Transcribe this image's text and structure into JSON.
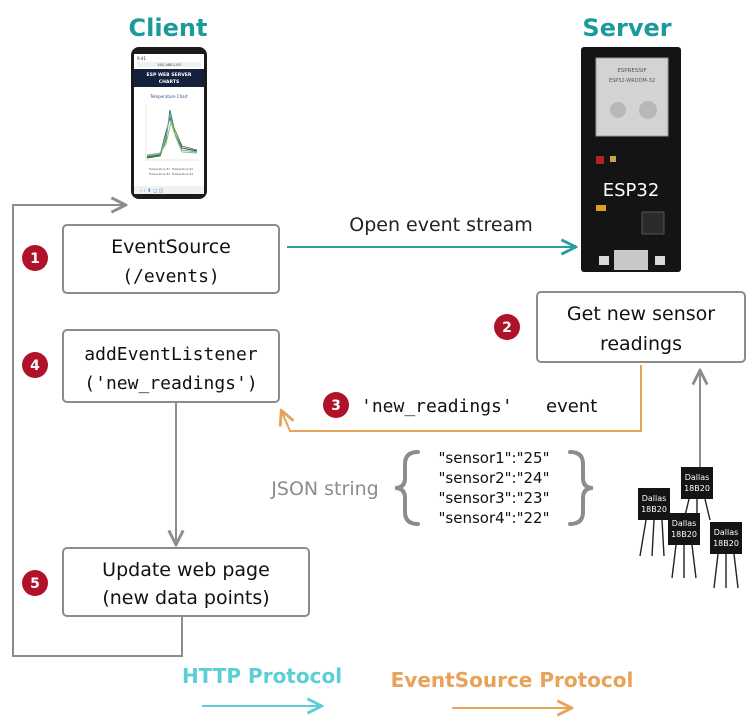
{
  "client_title": "Client",
  "server_title": "Server",
  "phone": {
    "status_left": "9:41",
    "url": "192.168.1.93",
    "header_line1": "ESP WEB SERVER",
    "header_line2": "CHARTS",
    "chart_title": "Temperature Chart",
    "legend": [
      "Temperature #1",
      "Temperature #2",
      "Temperature #3",
      "Temperature #4"
    ]
  },
  "board": {
    "label": "ESP32",
    "module_line1": "ESPRESSIF",
    "module_line2": "ESP32-WROOM-32"
  },
  "steps": [
    {
      "number": "1",
      "line1": "EventSource",
      "line2": "(/events)"
    },
    {
      "number": "2",
      "line1": "Get new sensor",
      "line2": "readings"
    },
    {
      "number": "3",
      "code": "'new_readings'",
      "text": "event"
    },
    {
      "number": "4",
      "line1": "addEventListener",
      "line2": "('new_readings')"
    },
    {
      "number": "5",
      "line1": "Update web page",
      "line2": "(new data points)"
    }
  ],
  "open_stream_label": "Open event stream",
  "json_label": "JSON string",
  "json_lines": [
    "\"sensor1\":\"25\"",
    "\"sensor2\":\"24\"",
    "\"sensor3\":\"23\"",
    "\"sensor4\":\"22\""
  ],
  "sensor_label_line1": "Dallas",
  "sensor_label_line2": "18B20",
  "legend_http": "HTTP Protocol",
  "legend_eventsource": "EventSource Protocol",
  "colors": {
    "client_title": "#1a9a9a",
    "server_title": "#1a9a9a",
    "http_arrow": "#2a9d9d",
    "eventsource_arrow": "#e8a25a",
    "legend_http": "#5ccfd6",
    "legend_eventsource": "#e8a25a",
    "badge": "#b0122a",
    "box_border": "#8c8c8c",
    "flow_arrow": "#8c8c8c"
  }
}
